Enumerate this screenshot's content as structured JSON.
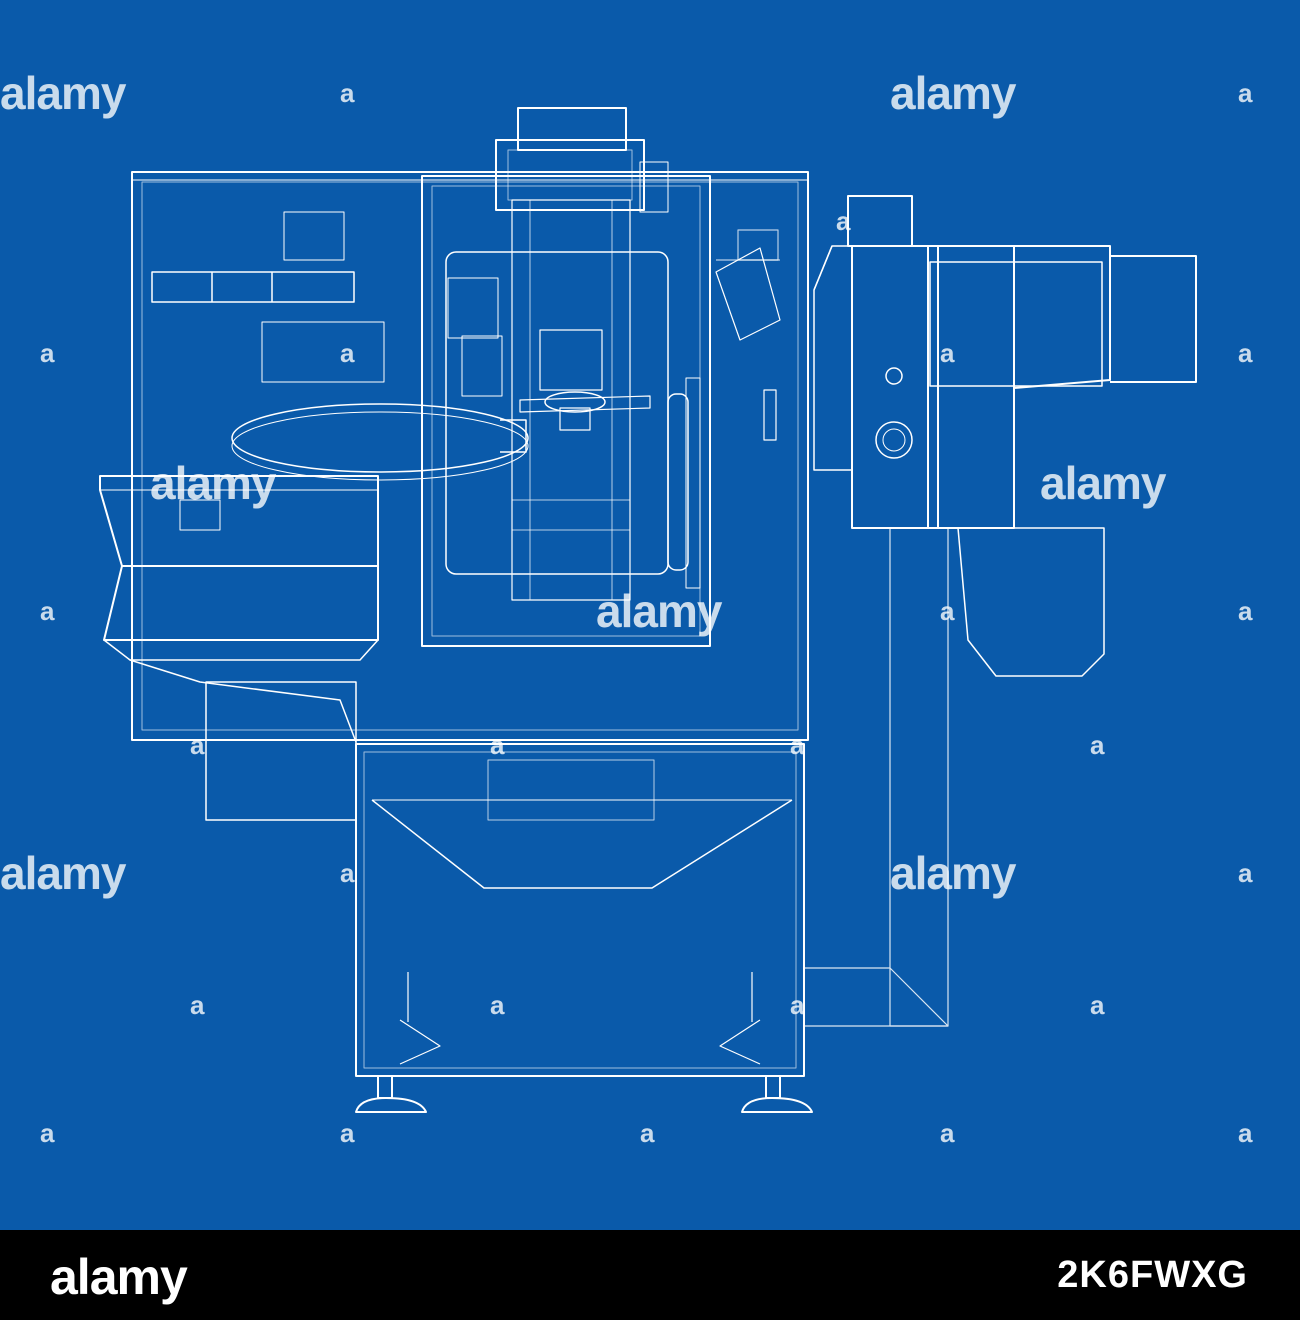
{
  "watermark": {
    "brand": "alamy",
    "mark": "a"
  },
  "footer": {
    "logo": "alamy",
    "image_id": "2K6FWXG"
  },
  "colors": {
    "background": "#0a5aaa",
    "line": "#ffffff",
    "footer": "#000000"
  }
}
